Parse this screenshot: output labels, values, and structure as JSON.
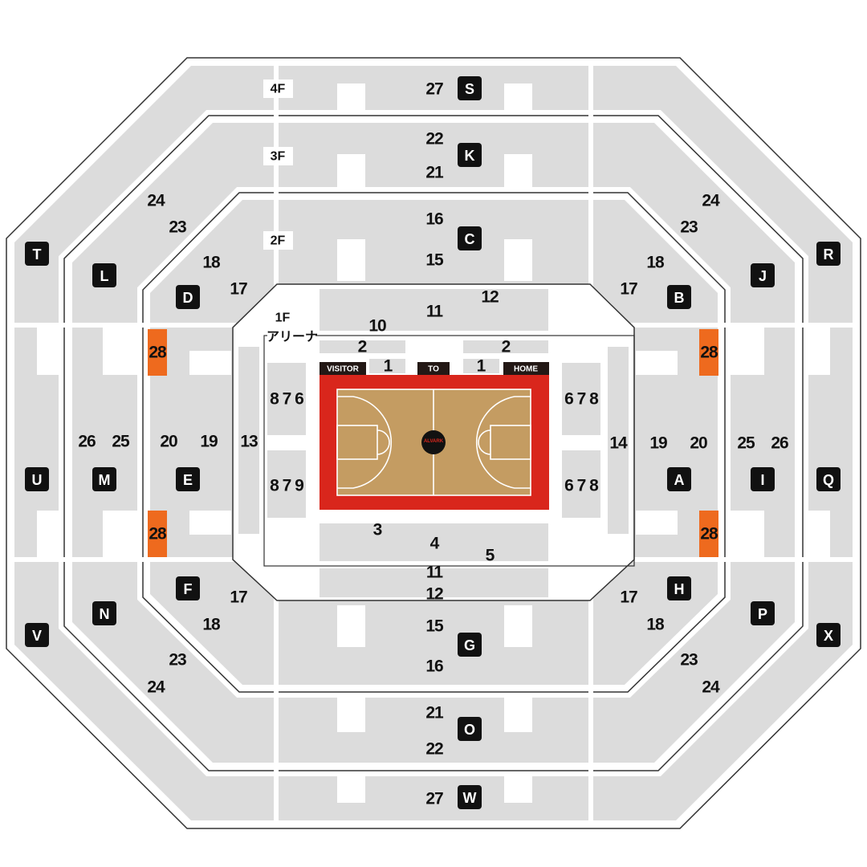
{
  "title": "Arena seating map",
  "floors": {
    "f4": "4F",
    "f3": "3F",
    "f2": "2F",
    "f1": "1F",
    "arena": "アリーナ"
  },
  "sections": [
    "S",
    "K",
    "C",
    "D",
    "L",
    "T",
    "R",
    "J",
    "B",
    "E",
    "M",
    "U",
    "A",
    "I",
    "Q",
    "F",
    "N",
    "V",
    "H",
    "P",
    "X",
    "G",
    "O",
    "W"
  ],
  "blocks": [
    "27",
    "22",
    "21",
    "16",
    "15",
    "24",
    "23",
    "18",
    "17",
    "24",
    "23",
    "18",
    "17",
    "12",
    "11",
    "10",
    "2",
    "2",
    "1",
    "1",
    "8 7 6",
    "8 7 9",
    "6 7 8",
    "6 7 8",
    "13",
    "14",
    "26",
    "25",
    "20",
    "19",
    "19",
    "20",
    "25",
    "26",
    "3",
    "4",
    "5",
    "11",
    "12",
    "17",
    "18",
    "23",
    "24",
    "17",
    "18",
    "23",
    "24",
    "15",
    "16",
    "21",
    "22",
    "27"
  ],
  "special_blocks": [
    "28",
    "28",
    "28",
    "28"
  ],
  "court": {
    "visitor": "VISITOR",
    "to": "TO",
    "home": "HOME",
    "logo_text": "ALVARK"
  },
  "colors": {
    "seat": "#dcdcdc",
    "special": "#ee6a1e",
    "court_border": "#d9261c",
    "court_wood": "#c49c62",
    "label_bg": "#111111"
  }
}
